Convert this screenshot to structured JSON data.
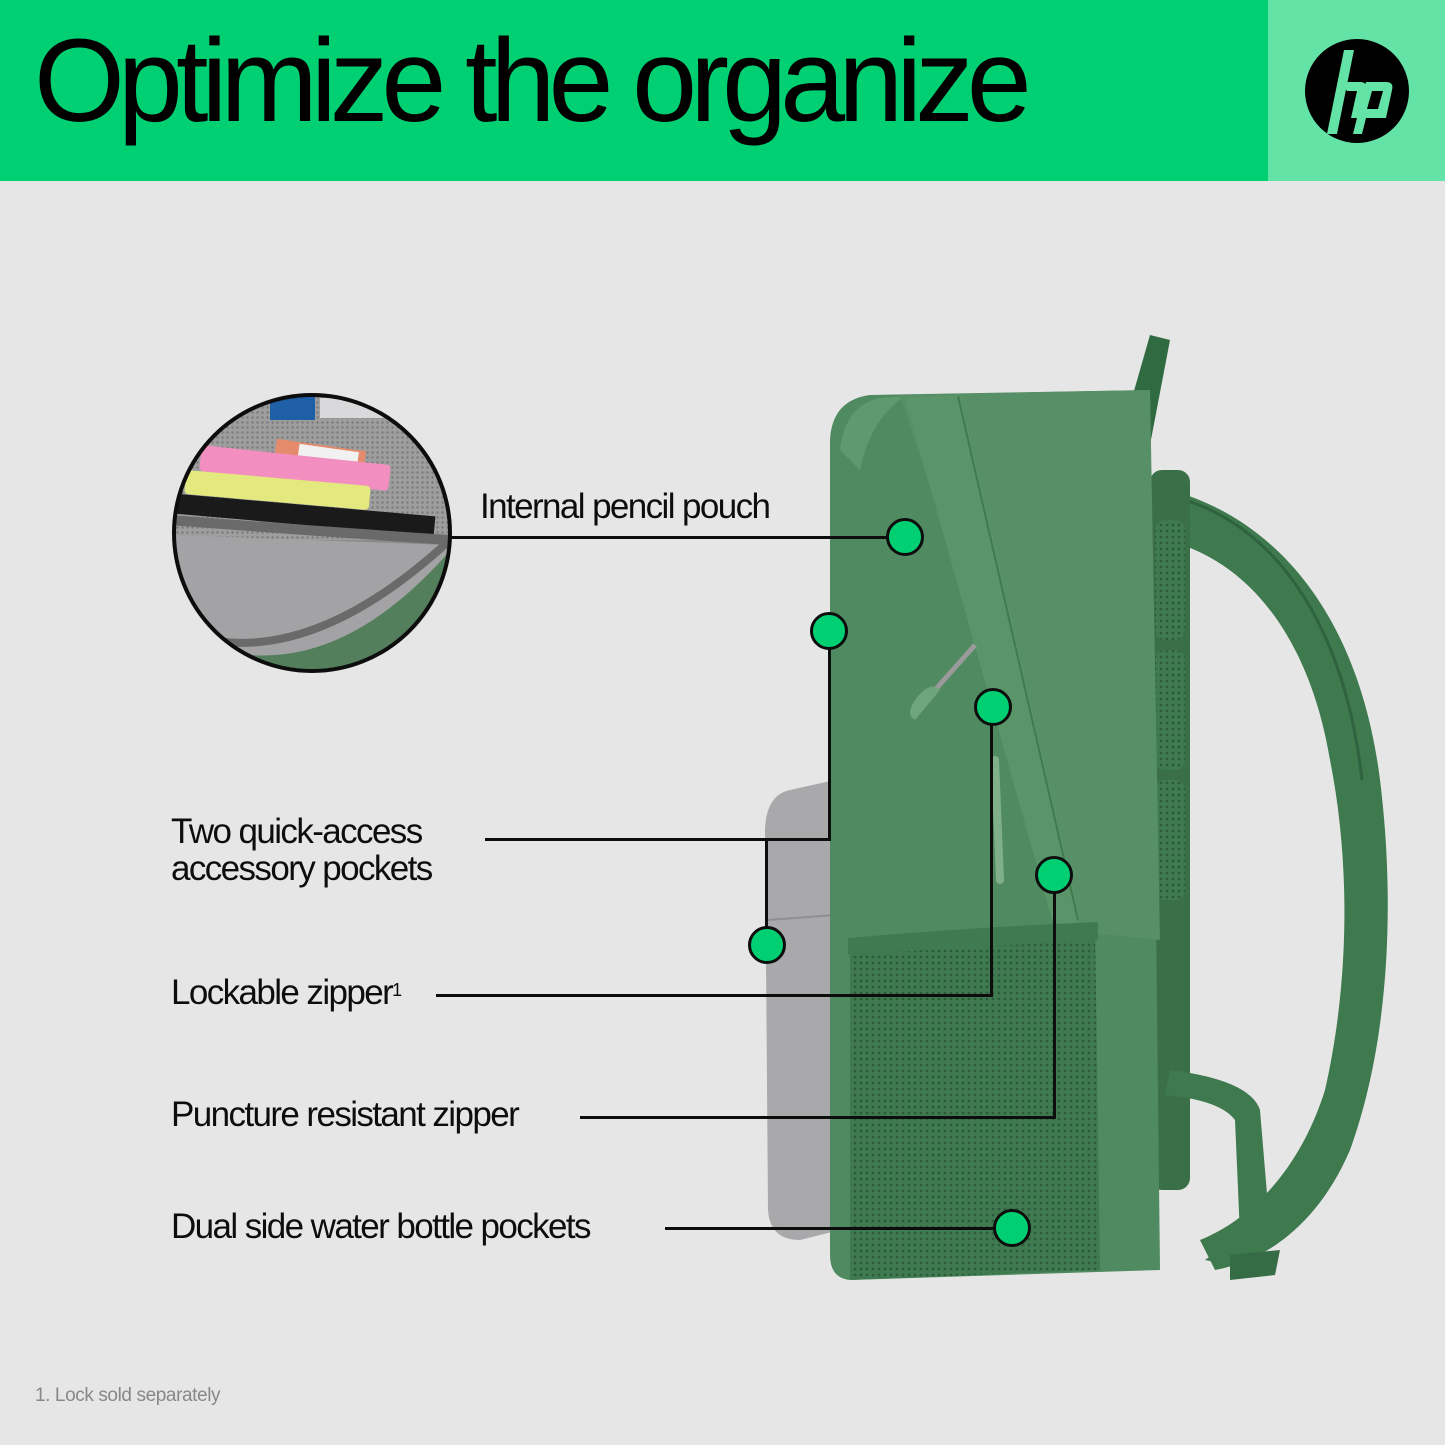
{
  "header": {
    "title": "Optimize the organize",
    "logo": {
      "icon": "hp-logo-icon",
      "text": "hp"
    }
  },
  "colors": {
    "header_bg": "#00d072",
    "logo_panel_bg": "#64e3a7",
    "page_bg": "#e6e6e6",
    "callout_dot": "#00d072",
    "backpack_green": "#4f8a60",
    "backpack_gray": "#a9a9ab",
    "text": "#0d0d0d",
    "footnote_text": "#888888"
  },
  "inset": {
    "icon": "pencil-pouch-closeup-image"
  },
  "callouts": [
    {
      "id": "internal-pencil-pouch",
      "label": "Internal pencil pouch"
    },
    {
      "id": "quick-access-pockets",
      "label_line1": "Two quick-access",
      "label_line2": "accessory pockets"
    },
    {
      "id": "lockable-zipper",
      "label": "Lockable zipper",
      "footnote_ref": "1"
    },
    {
      "id": "puncture-resistant-zipper",
      "label": "Puncture resistant zipper"
    },
    {
      "id": "water-bottle-pockets",
      "label": "Dual side water bottle pockets"
    }
  ],
  "footnote": "1. Lock sold separately"
}
